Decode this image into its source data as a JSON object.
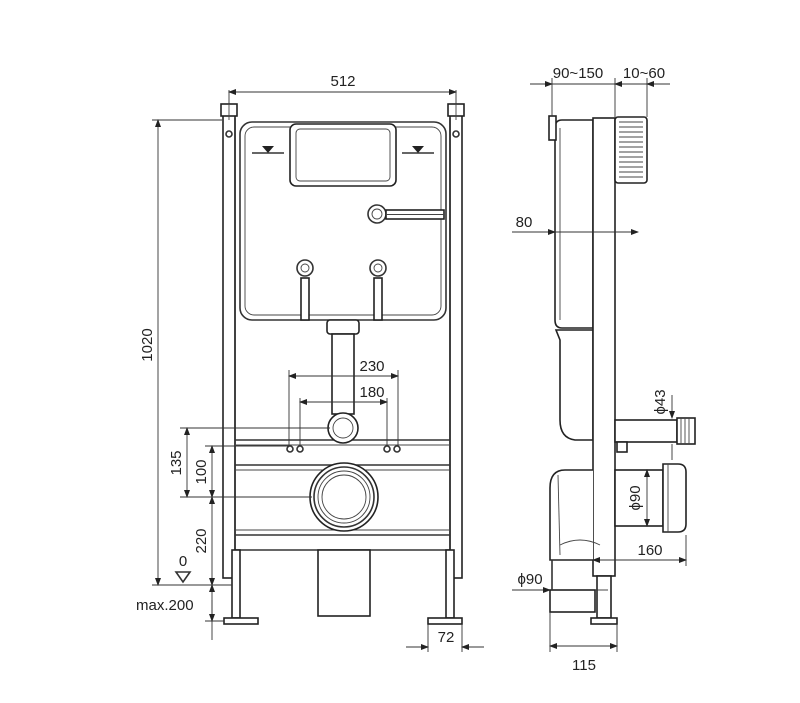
{
  "dimensions": {
    "width_512": "512",
    "height_1020": "1020",
    "spacing_230": "230",
    "spacing_180": "180",
    "height_135": "135",
    "height_100": "100",
    "height_220": "220",
    "floor_zero": "0",
    "max_200": "max.200",
    "foot_72": "72",
    "depth_90_150": "90~150",
    "depth_10_60": "10~60",
    "depth_80": "80",
    "pipe_phi43": "ϕ43",
    "pipe_phi90_side": "ϕ90",
    "pipe_phi90_bottom": "ϕ90",
    "offset_160": "160",
    "depth_115": "115"
  }
}
